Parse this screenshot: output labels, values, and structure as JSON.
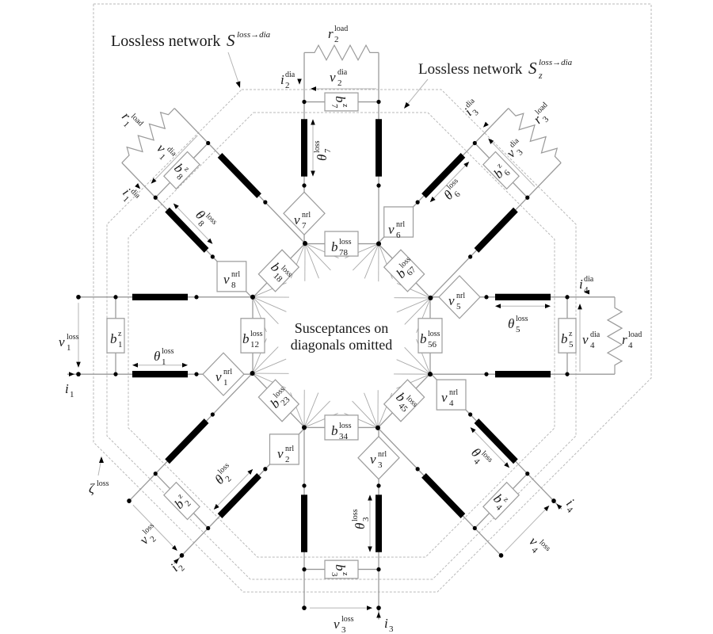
{
  "titles": {
    "outer_network": {
      "text": "Lossless network",
      "base": "S",
      "sup": "loss→dia",
      "sub": ""
    },
    "inner_network": {
      "text": "Lossless network",
      "base": "S",
      "sup": "loss→dia",
      "sub": "z"
    }
  },
  "center_note": {
    "line1": "Susceptances on",
    "line2": "diagonals omitted"
  },
  "labels": {
    "zeta_loss": {
      "base": "ζ",
      "sub": "",
      "sup": "loss"
    },
    "v1_loss": {
      "base": "v",
      "sub": "1",
      "sup": "loss"
    },
    "i1": {
      "base": "i",
      "sub": "1",
      "sup": ""
    },
    "theta1_loss": {
      "base": "θ",
      "sub": "1",
      "sup": "loss"
    },
    "b1_z": {
      "base": "b",
      "sub": "1",
      "sup": "z"
    },
    "v1_nrl": {
      "base": "v",
      "sub": "1",
      "sup": "nrl"
    },
    "r2_load": {
      "base": "r",
      "sub": "2",
      "sup": "load"
    },
    "i2_dia": {
      "base": "i",
      "sub": "2",
      "sup": "dia"
    },
    "v2_dia": {
      "base": "v",
      "sub": "2",
      "sup": "dia"
    },
    "b7_z": {
      "base": "b",
      "sub": "7",
      "sup": "z"
    },
    "theta7_loss": {
      "base": "θ",
      "sub": "7",
      "sup": "loss"
    },
    "v7_nrl": {
      "base": "v",
      "sub": "7",
      "sup": "nrl"
    },
    "r1_load": {
      "base": "r",
      "sub": "1",
      "sup": "load"
    },
    "v1_dia": {
      "base": "v",
      "sub": "1",
      "sup": "dia"
    },
    "i1_dia": {
      "base": "i",
      "sub": "1",
      "sup": "dia"
    },
    "b8_z": {
      "base": "b",
      "sub": "8",
      "sup": "z"
    },
    "theta8_loss": {
      "base": "θ",
      "sub": "8",
      "sup": "loss"
    },
    "v8_nrl": {
      "base": "v",
      "sub": "8",
      "sup": "nrl"
    },
    "i3_dia": {
      "base": "i",
      "sub": "3",
      "sup": "dia"
    },
    "r3_load": {
      "base": "r",
      "sub": "3",
      "sup": "load"
    },
    "v3_dia": {
      "base": "v",
      "sub": "3",
      "sup": "dia"
    },
    "b6_z": {
      "base": "b",
      "sub": "6",
      "sup": "z"
    },
    "theta6_loss": {
      "base": "θ",
      "sub": "6",
      "sup": "loss"
    },
    "v6_nrl": {
      "base": "v",
      "sub": "6",
      "sup": "nrl"
    },
    "i4_dia": {
      "base": "i",
      "sub": "4",
      "sup": "dia"
    },
    "v4_dia": {
      "base": "v",
      "sub": "4",
      "sup": "dia"
    },
    "r4_load": {
      "base": "r",
      "sub": "4",
      "sup": "load"
    },
    "b5_z": {
      "base": "b",
      "sub": "5",
      "sup": "z"
    },
    "theta5_loss": {
      "base": "θ",
      "sub": "5",
      "sup": "loss"
    },
    "v5_nrl": {
      "base": "v",
      "sub": "5",
      "sup": "nrl"
    },
    "v4_nrl": {
      "base": "v",
      "sub": "4",
      "sup": "nrl"
    },
    "theta4_loss": {
      "base": "θ",
      "sub": "4",
      "sup": "loss"
    },
    "b4_z": {
      "base": "b",
      "sub": "4",
      "sup": "z"
    },
    "i4": {
      "base": "i",
      "sub": "4",
      "sup": ""
    },
    "v4_loss": {
      "base": "v",
      "sub": "4",
      "sup": "loss"
    },
    "v3_nrl": {
      "base": "v",
      "sub": "3",
      "sup": "nrl"
    },
    "theta3_loss": {
      "base": "θ",
      "sub": "3",
      "sup": "loss"
    },
    "b3_z": {
      "base": "b",
      "sub": "3",
      "sup": "z"
    },
    "v3_loss": {
      "base": "v",
      "sub": "3",
      "sup": "loss"
    },
    "i3": {
      "base": "i",
      "sub": "3",
      "sup": ""
    },
    "v2_nrl": {
      "base": "v",
      "sub": "2",
      "sup": "nrl"
    },
    "theta2_loss": {
      "base": "θ",
      "sub": "2",
      "sup": "loss"
    },
    "b2_z": {
      "base": "b",
      "sub": "2",
      "sup": "z"
    },
    "v2_loss": {
      "base": "v",
      "sub": "2",
      "sup": "loss"
    },
    "i2": {
      "base": "i",
      "sub": "2",
      "sup": ""
    },
    "b12_loss": {
      "base": "b",
      "sub": "12",
      "sup": "loss"
    },
    "b18_loss": {
      "base": "b",
      "sub": "18",
      "sup": "loss"
    },
    "b78_loss": {
      "base": "b",
      "sub": "78",
      "sup": "loss"
    },
    "b67_loss": {
      "base": "b",
      "sub": "67",
      "sup": "loss"
    },
    "b56_loss": {
      "base": "b",
      "sub": "56",
      "sup": "loss"
    },
    "b45_loss": {
      "base": "b",
      "sub": "45",
      "sup": "loss"
    },
    "b34_loss": {
      "base": "b",
      "sub": "34",
      "sup": "loss"
    },
    "b23_loss": {
      "base": "b",
      "sub": "23",
      "sup": "loss"
    }
  },
  "colors": {
    "wire": "#9a9a9a",
    "transmission_line": "#000000",
    "box_stroke": "#9c9c9c",
    "boundary": "#b9b9b9",
    "text": "#1a1a1a",
    "background": "#ffffff"
  }
}
